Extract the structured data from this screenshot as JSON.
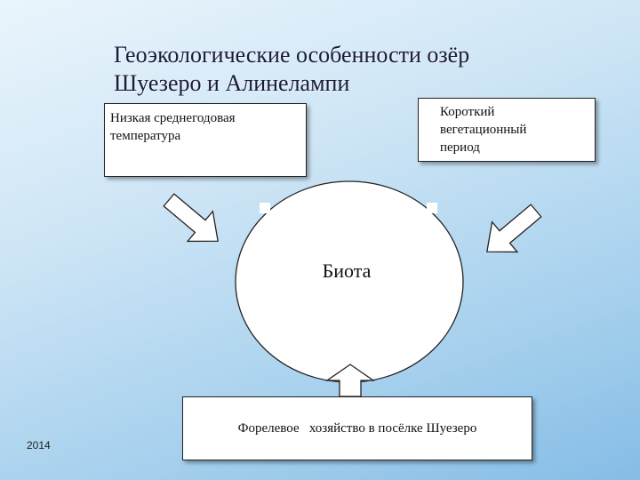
{
  "title": {
    "line1": "Геоэкологические особенности озёр",
    "line2": "Шуезеро и Алинелампи"
  },
  "factors": {
    "left": {
      "line1": "Низкая  среднегодовая",
      "line2": "температура"
    },
    "right": {
      "line1": "Короткий",
      "line2": "вегетационный",
      "line3": "период"
    },
    "bottom": "Форелевое   хозяйство в посёлке Шуезеро"
  },
  "center": {
    "label": "Биота"
  },
  "footer": {
    "year": "2014"
  }
}
